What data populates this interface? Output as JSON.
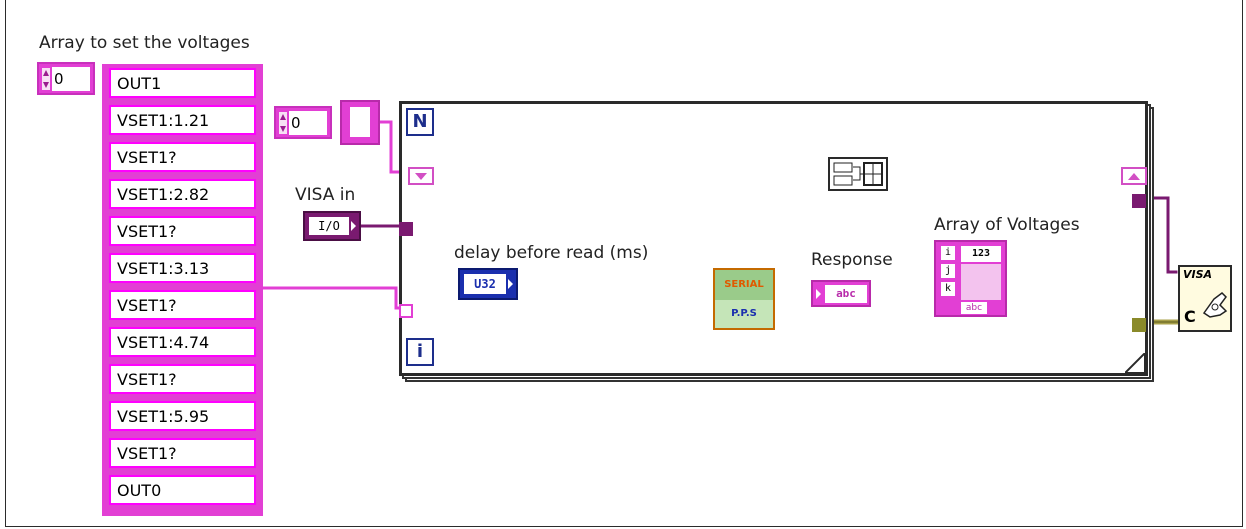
{
  "diagram": {
    "array_label": "Array to set the voltages",
    "array_index": "0",
    "array_elements": [
      "OUT1",
      "VSET1:1.21",
      "VSET1?",
      "VSET1:2.82",
      "VSET1?",
      "VSET1:3.13",
      "VSET1?",
      "VSET1:4.74",
      "VSET1?",
      "VSET1:5.95",
      "VSET1?",
      "OUT0"
    ],
    "loop_index_constant": "0",
    "loop_count_terminal": "N",
    "loop_iteration_terminal": "i",
    "visa_in_label": "VISA  in",
    "visa_in_type": "I/O",
    "delay_label": "delay before read (ms)",
    "delay_type": "U32",
    "subvi_top": "SERIAL",
    "subvi_bottom": "P.P.S",
    "response_label": "Response",
    "response_type": "abc",
    "array_voltages_label": "Array of Voltages",
    "array_voltages_type": "123",
    "array_voltages_abc": "abc",
    "visa_close_label": "VISA",
    "visa_close_letter": "C"
  },
  "colors": {
    "string_wire": "#e23fd4",
    "visa_wire": "#7a1a70",
    "numeric_wire": "#1a2fae",
    "error_wire": "#a8a04a",
    "loop_border": "#2a2a2a",
    "background": "#ffffff"
  }
}
